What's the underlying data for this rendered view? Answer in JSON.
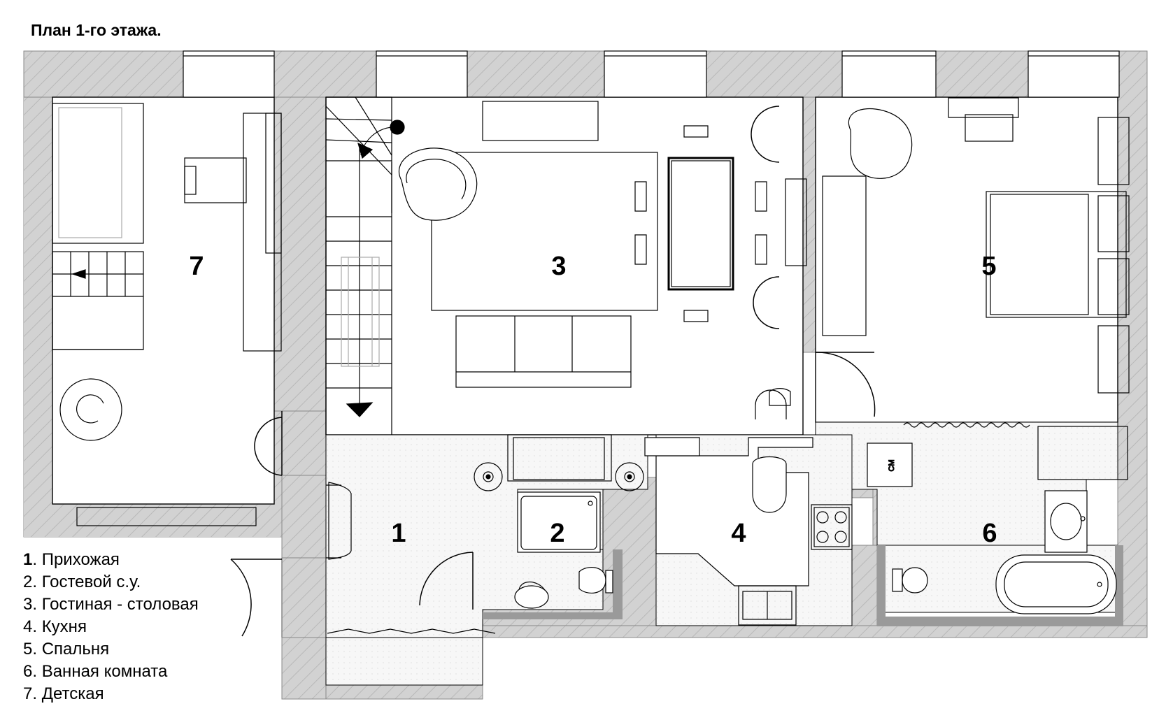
{
  "title": "План 1-го этажа.",
  "legend": [
    {
      "num": "1",
      "sep": ". ",
      "name": "Прихожая",
      "bold": true
    },
    {
      "num": "2",
      "sep": ". ",
      "name": "Гостевой с.у.",
      "bold": false
    },
    {
      "num": "3",
      "sep": ". ",
      "name": "Гостиная - столовая",
      "bold": false
    },
    {
      "num": "4",
      "sep": ". ",
      "name": "Кухня",
      "bold": false
    },
    {
      "num": "5",
      "sep": ". ",
      "name": "Спальня",
      "bold": false
    },
    {
      "num": "6",
      "sep": ". ",
      "name": "Ванная комната",
      "bold": false
    },
    {
      "num": "7",
      "sep": ". ",
      "name": "Детская",
      "bold": false
    }
  ],
  "rooms": [
    "1",
    "2",
    "3",
    "4",
    "5",
    "6",
    "7"
  ],
  "washer_label": "СМ",
  "colors": {
    "wall": "#d2d2d2",
    "hatch": "#b4b4b4",
    "line": "#000000",
    "tile": "#f6f6f6"
  }
}
